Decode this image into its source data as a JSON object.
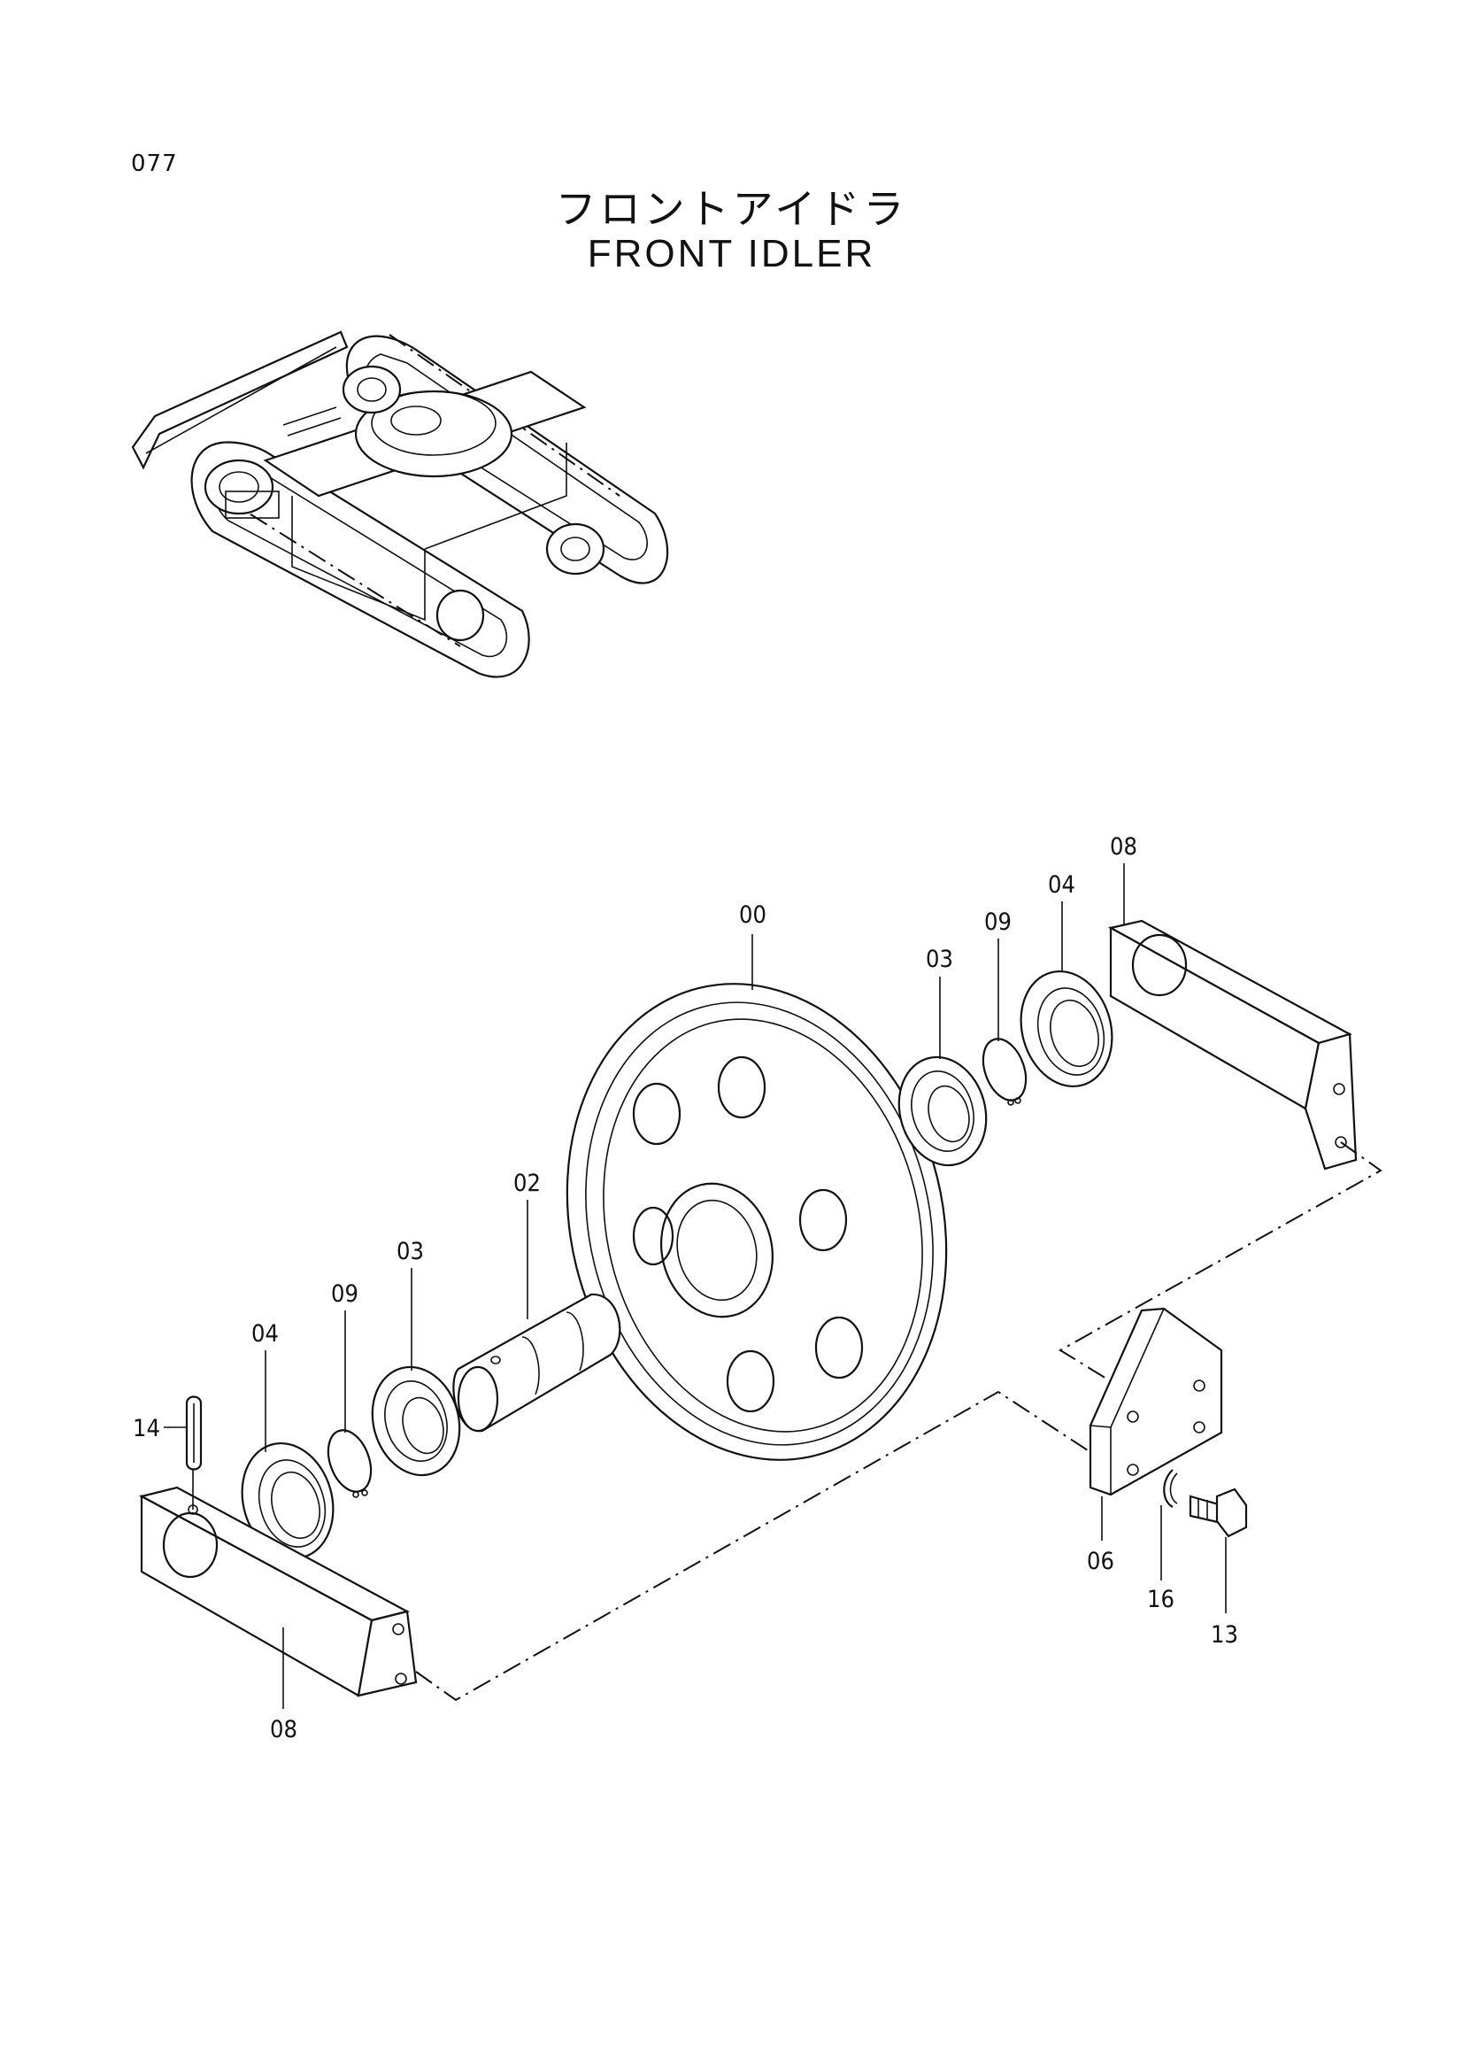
{
  "page": {
    "number": "077",
    "title_jp": "フロントアイドラ",
    "title_en": "FRONT IDLER"
  },
  "callouts": {
    "front_idler": "00",
    "shaft": "02",
    "bearing_left": "03",
    "bearing_right": "03",
    "snap_ring_left": "09",
    "snap_ring_right": "09",
    "seal_left": "04",
    "seal_right": "04",
    "bracket_left": "08",
    "bracket_right": "08",
    "plate": "06",
    "bolt": "13",
    "lock_pin": "14",
    "washer": "16"
  }
}
